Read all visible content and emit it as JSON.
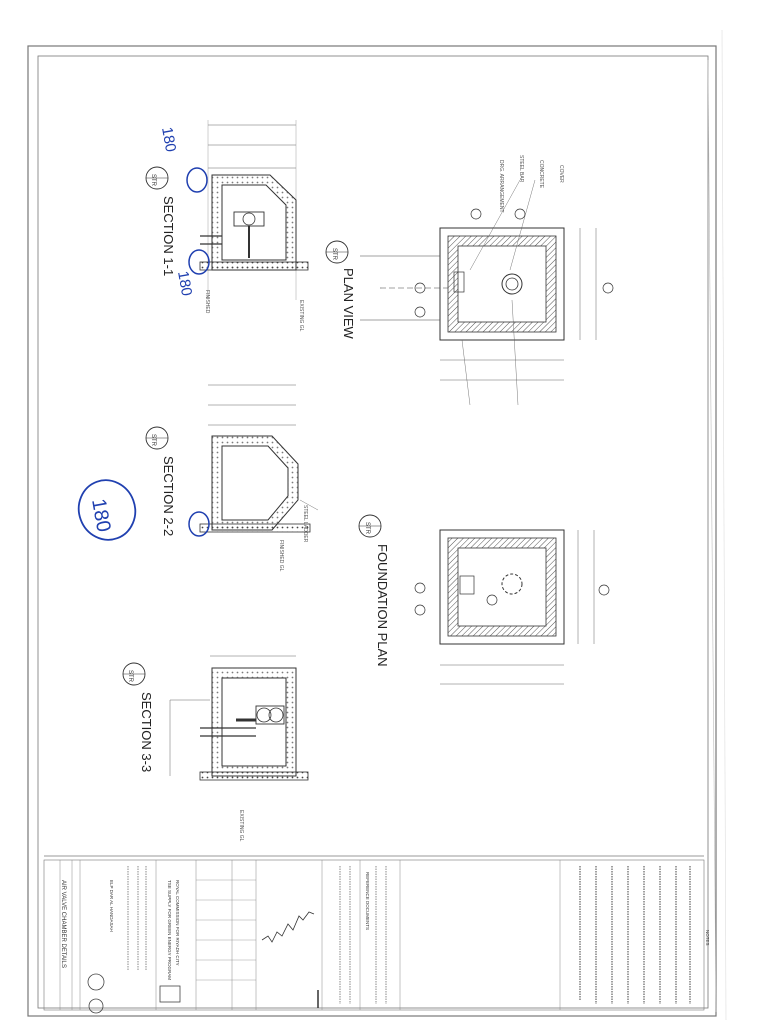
{
  "views": {
    "section_1": {
      "label": "SECTION 1-1",
      "tag": "STR"
    },
    "section_2": {
      "label": "SECTION 2-2",
      "tag": "STR"
    },
    "section_3": {
      "label": "SECTION 3-3",
      "tag": "STR"
    },
    "plan_view": {
      "label": "PLAN VIEW",
      "tag": "STR"
    },
    "foundation_plan": {
      "label": "FOUNDATION PLAN",
      "tag": "STR"
    }
  },
  "handwriting": {
    "mark_top": "180",
    "mark_mid": "180",
    "mark_circle": "180"
  },
  "title_block": {
    "drawing_title": "AIR VALVE CHAMBER DETAILS",
    "project": "TSE SUPPLY FOR GREEN ENERGY PROGRAM",
    "client": "ROYAL COMMISSION FOR RIYADH CITY",
    "consultant": "ELP DAR AL HANDASAH",
    "references_header": "REFERENCE DOCUMENTS",
    "notes_header": "NOTES"
  },
  "colors": {
    "ink": "#2a2a2a",
    "light_ink": "#8a8a8a",
    "hatch": "#555555",
    "pen": "#2040b0"
  }
}
